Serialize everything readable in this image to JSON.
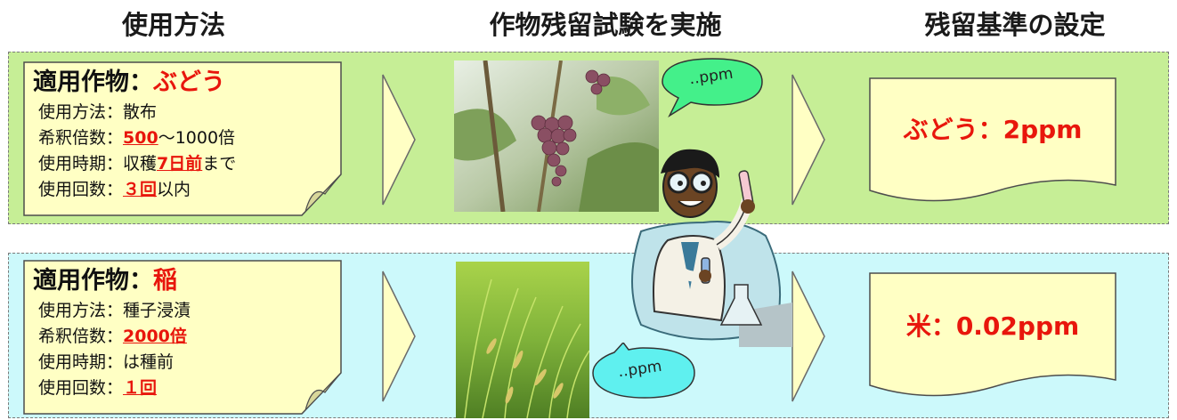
{
  "headers": {
    "usage": "使用方法",
    "trial": "作物残留試験を実施",
    "standard": "残留基準の設定"
  },
  "rows": [
    {
      "title_prefix": "適用作物：",
      "crop": "ぶどう",
      "method_label": "使用方法：",
      "method_value": "散布",
      "dilution_label": "希釈倍数：",
      "dilution_highlight": "500",
      "dilution_rest": "～1000倍",
      "timing_label": "使用時期：",
      "timing_pre": "収穫",
      "timing_highlight": "7日前",
      "timing_post": "まで",
      "count_label": "使用回数：",
      "count_highlight": "３回",
      "count_post": "以内",
      "bubble": "‥ppm",
      "result": "ぶどう：2ppm"
    },
    {
      "title_prefix": "適用作物：",
      "crop": "稲",
      "method_label": "使用方法：",
      "method_value": "種子浸漬",
      "dilution_label": "希釈倍数：",
      "dilution_highlight": "2000",
      "dilution_rest": "倍",
      "timing_label": "使用時期：",
      "timing_value": "は種前",
      "count_label": "使用回数：",
      "count_highlight": "１回",
      "bubble": "‥ppm",
      "result": "米：0.02ppm"
    }
  ],
  "colors": {
    "band_top": "#c6ee96",
    "band_bottom": "#ccf9fb",
    "note": "#ffffc4",
    "highlight": "#e8160c",
    "bubble": "#44f08a"
  }
}
